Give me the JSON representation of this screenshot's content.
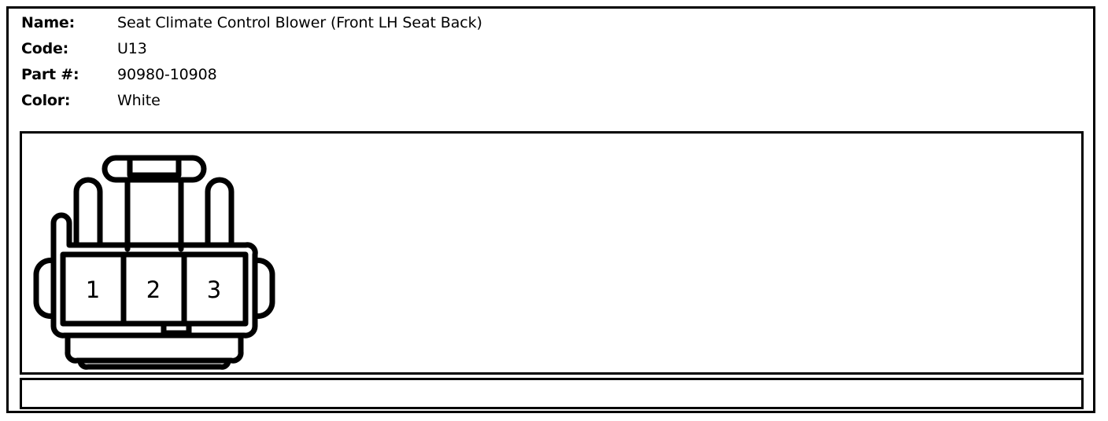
{
  "document": {
    "type": "connector-datasheet-entry"
  },
  "info": {
    "rows": [
      {
        "label": "Name:",
        "value": "Seat Climate Control Blower (Front LH Seat Back)"
      },
      {
        "label": "Code:",
        "value": "U13"
      },
      {
        "label": "Part #:",
        "value": "90980-10908"
      },
      {
        "label": "Color:",
        "value": "White"
      }
    ]
  },
  "diagram": {
    "title": "connector-face-view",
    "icon": "electrical-connector-icon",
    "cavity_count": 3,
    "pins": [
      {
        "number": "1"
      },
      {
        "number": "2"
      },
      {
        "number": "3"
      }
    ],
    "features": {
      "top_latch": "locking-tab",
      "side_prongs": 2,
      "bottom_skirt": "flange",
      "keying_notch": "bottom-center-notch"
    }
  },
  "footer": {
    "text": ""
  },
  "colors": {
    "ink": "#000000",
    "paper": "#ffffff"
  }
}
